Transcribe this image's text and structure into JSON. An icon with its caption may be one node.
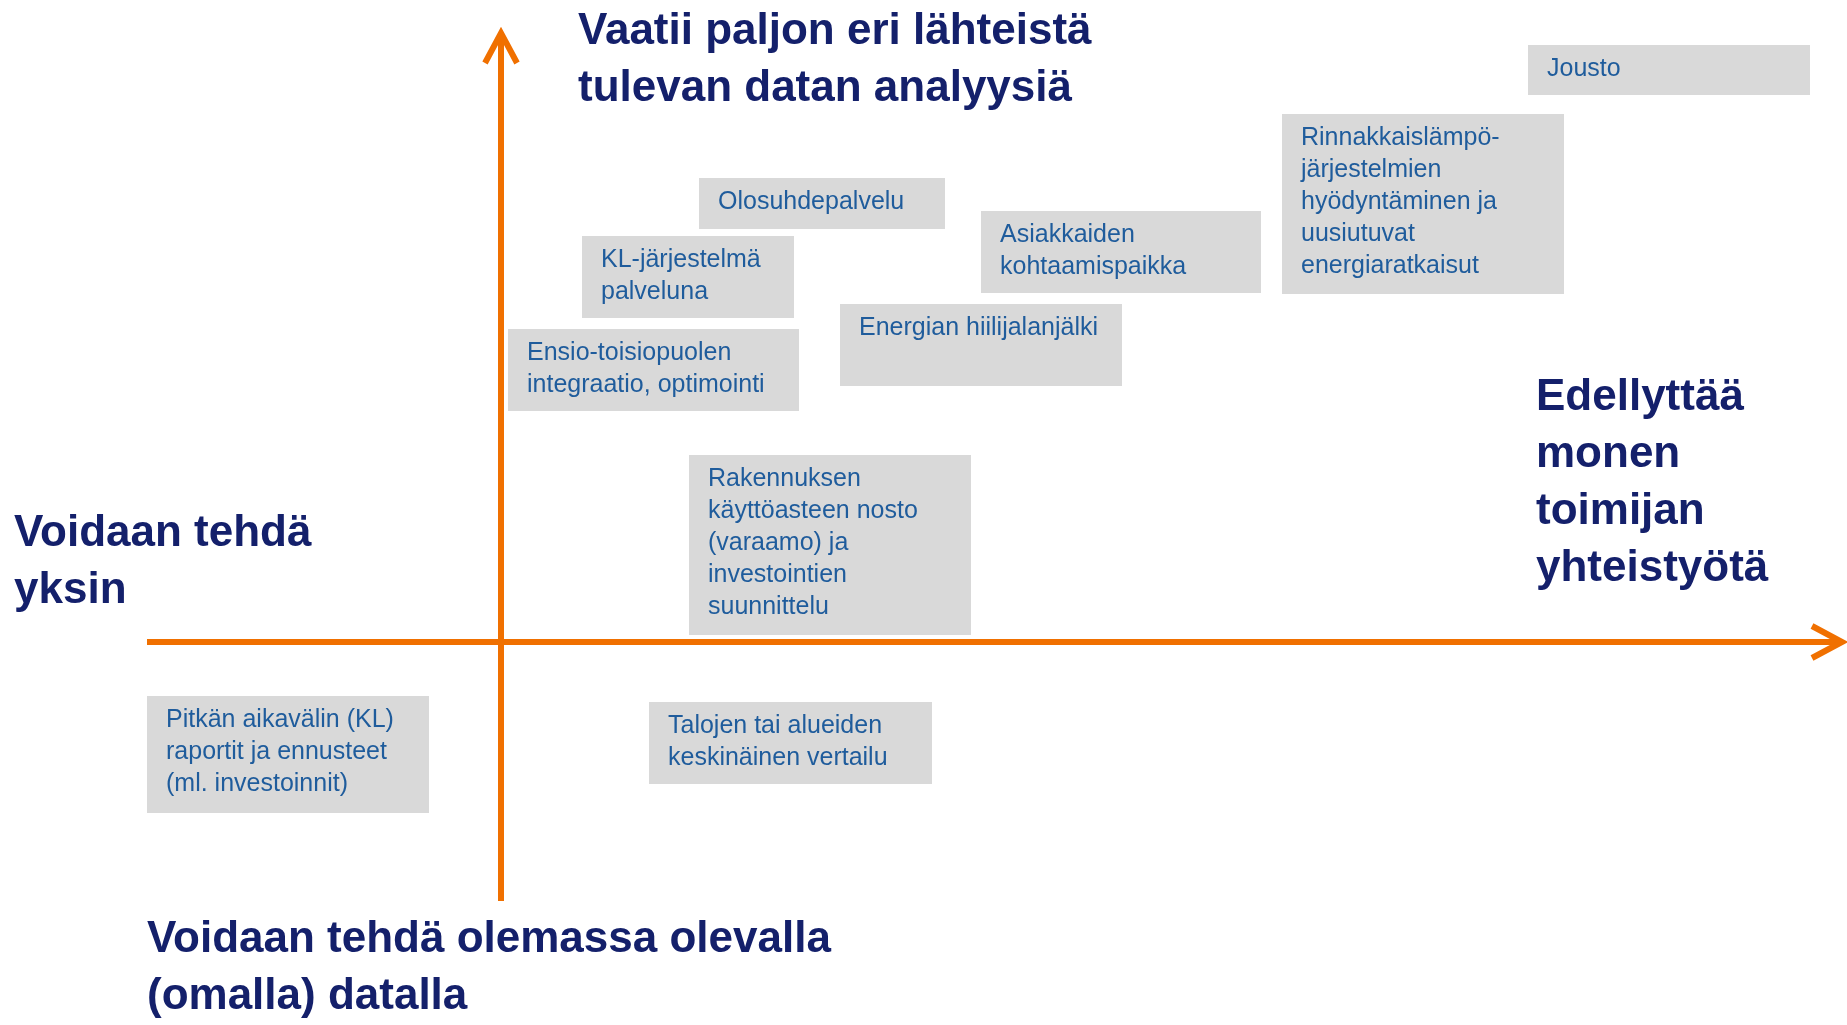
{
  "diagram": {
    "nodes": [
      {
        "text": [
          "Jousto"
        ]
      },
      {
        "text": [
          "Rinnakkaislämpö-järjestelmien hyödyntäminen ja uusiutuvat energiaratkaisut"
        ]
      },
      {
        "text": [
          "Olosuhdepalvelu"
        ]
      },
      {
        "text": [
          "Asiakkaiden kohtaamispaikka"
        ]
      },
      {
        "text": [
          "KL-järjestelmä palveluna"
        ]
      },
      {
        "text": [
          "Energian hiilijalanjälki"
        ]
      },
      {
        "text": [
          "Ensio-toisiopuolen integraatio, optimointi"
        ]
      },
      {
        "text": [
          "Rakennuksen käyttöasteen nosto (varaamo) ja investointien suunnittelu"
        ]
      },
      {
        "text": [
          "Pitkän aikavälin (KL) raportit ja ennusteet (ml. investoinnit)"
        ]
      },
      {
        "text": [
          "Talojen tai alueiden keskinäinen vertailu"
        ]
      }
    ],
    "edges": [],
    "labels": [
      "Vaatii paljon eri lähteistä tulevan datan analyysiä",
      "Edellyttää monen toimijan yhteistyötä",
      "Voidaan tehdä yksin",
      "Voidaan tehdä olemassa olevalla (omalla) datalla"
    ]
  }
}
